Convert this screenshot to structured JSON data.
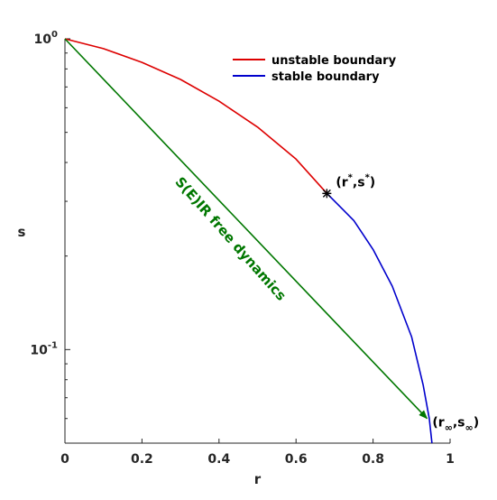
{
  "chart_data": {
    "type": "line",
    "xlabel": "r",
    "ylabel": "s",
    "xlim": [
      0,
      1
    ],
    "ylim": [
      0.05,
      1
    ],
    "yscale": "log",
    "xticks": [
      "0",
      "0.2",
      "0.4",
      "0.6",
      "0.8",
      "1"
    ],
    "yticks": [
      {
        "value": 1,
        "base": "10",
        "exp": "0"
      },
      {
        "value": 0.1,
        "base": "10",
        "exp": "-1"
      }
    ],
    "grid": false,
    "legend_position": "top-right",
    "series": [
      {
        "name": "unstable boundary",
        "color": "#dd0000",
        "points": [
          [
            0,
            1.0
          ],
          [
            0.1,
            0.93
          ],
          [
            0.2,
            0.84
          ],
          [
            0.3,
            0.74
          ],
          [
            0.4,
            0.63
          ],
          [
            0.5,
            0.52
          ],
          [
            0.6,
            0.41
          ],
          [
            0.68,
            0.318
          ]
        ]
      },
      {
        "name": "stable boundary",
        "color": "#0000cc",
        "points": [
          [
            0.68,
            0.318
          ],
          [
            0.75,
            0.26
          ],
          [
            0.8,
            0.21
          ],
          [
            0.85,
            0.16
          ],
          [
            0.9,
            0.11
          ],
          [
            0.93,
            0.077
          ],
          [
            0.946,
            0.06
          ],
          [
            0.953,
            0.05
          ]
        ]
      },
      {
        "color": "#007700",
        "points": [
          [
            0,
            1.0
          ],
          [
            0.94,
            0.06
          ]
        ]
      }
    ],
    "annotations": {
      "star_point": {
        "x": 0.68,
        "y": 0.318,
        "label_base": "(r",
        "label_sup1": "*",
        "label_mid": ",s",
        "label_sup2": "*",
        "label_end": ")"
      },
      "end_point": {
        "x": 0.94,
        "y": 0.06,
        "label_base": "(r",
        "label_sub1": "∞",
        "label_mid": ",s",
        "label_sub2": "∞",
        "label_end": ")"
      },
      "arrow_label": "S(E)IR free dynamics"
    }
  }
}
